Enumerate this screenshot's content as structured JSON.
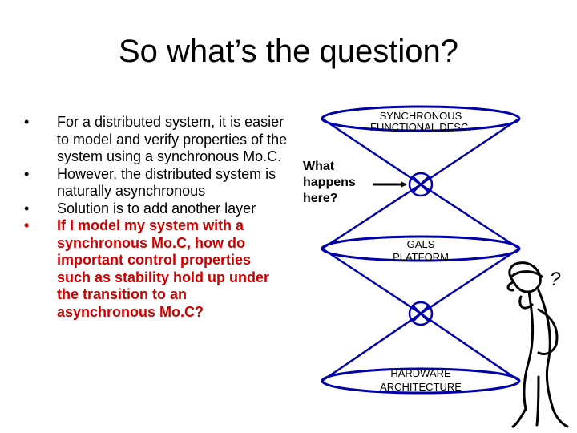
{
  "slide": {
    "title": "So what’s the question?",
    "bullets": [
      {
        "marker": "•",
        "text": "For a distributed system, it is easier to model and verify properties of the system using a synchronous Mo.C.",
        "style": "normal"
      },
      {
        "marker": "•",
        "text": "However, the distributed system is naturally asynchronous",
        "style": "normal"
      },
      {
        "marker": "•",
        "text": "Solution is to add another layer",
        "style": "normal"
      },
      {
        "marker": "•",
        "text": "If I model my system with a synchronous Mo.C, how do important control properties such as stability hold up under the transition to an asynchronous Mo.C?",
        "style": "highlight"
      }
    ],
    "highlight_color": "#cc0000"
  },
  "diagram": {
    "top_label_1": "SYNCHRONOUS",
    "top_label_2": "FUNCTIONAL DESC.",
    "middle_label_1": "GALS",
    "middle_label_2": "PLATFORM",
    "bottom_label_1": "HARDWARE",
    "bottom_label_2": "ARCHITECTURE",
    "question_1": "What",
    "question_2": "happens",
    "question_3": "here?",
    "figure_glyph": "?"
  }
}
